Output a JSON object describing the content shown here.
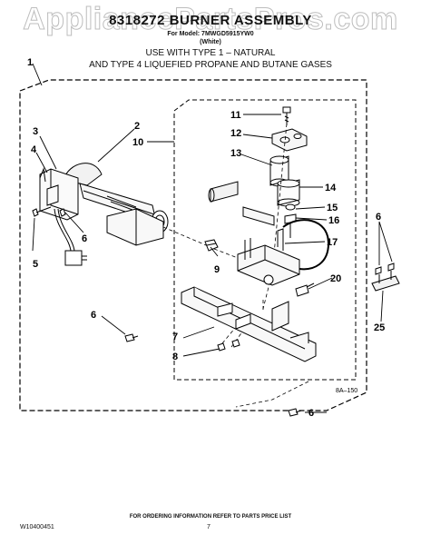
{
  "header": {
    "watermark": "AppliancePartsPros.com",
    "title": "8318272 BURNER ASSEMBLY",
    "model_line": "For Model: 7MWGD5915YW0",
    "color_line": "(White)",
    "use_line_1": "USE WITH TYPE 1 –  NATURAL",
    "use_line_2": "AND TYPE 4    LIQUEFIED PROPANE AND BUTANE GASES"
  },
  "diagram": {
    "callouts": [
      "1",
      "2",
      "3",
      "4",
      "5",
      "6",
      "6",
      "6",
      "6",
      "7",
      "8",
      "9",
      "10",
      "11",
      "12",
      "13",
      "14",
      "15",
      "16",
      "17",
      "20",
      "25"
    ],
    "art_code": "8A–150"
  },
  "footer": {
    "note": "FOR ORDERING INFORMATION REFER TO PARTS PRICE LIST",
    "doc_number": "W10400451",
    "page_number": "7"
  }
}
